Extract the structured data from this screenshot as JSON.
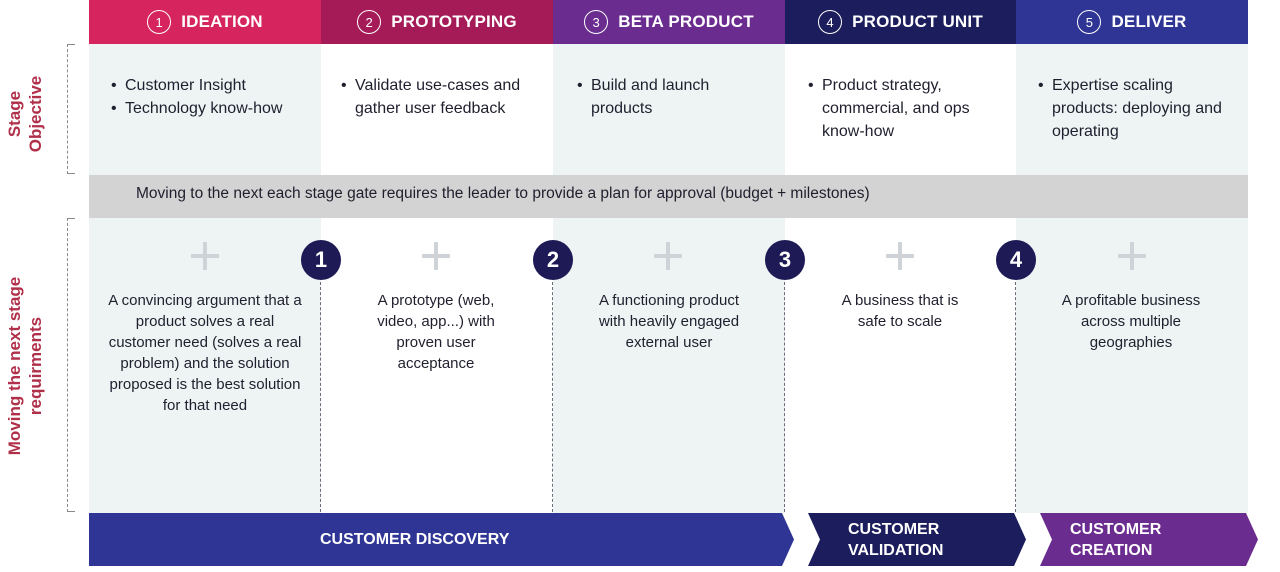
{
  "stages": [
    {
      "num": "1",
      "label": "IDEATION",
      "color": "#d6245f"
    },
    {
      "num": "2",
      "label": "PROTOTYPING",
      "color": "#a51b57"
    },
    {
      "num": "3",
      "label": "BETA PRODUCT",
      "color": "#6b2c90"
    },
    {
      "num": "4",
      "label": "PRODUCT UNIT",
      "color": "#1c1d5c"
    },
    {
      "num": "5",
      "label": "DELIVER",
      "color": "#2f3595"
    }
  ],
  "side_labels": {
    "objective": "Stage\nObjective",
    "requirements": "Moving the next stage\nrequirments"
  },
  "objectives": [
    [
      "Customer Insight",
      "Technology know-how"
    ],
    [
      "Validate use-cases and gather user feedback"
    ],
    [
      "Build and launch products"
    ],
    [
      "Product strategy, commercial, and ops know-how"
    ],
    [
      "Expertise scaling products: deploying and operating"
    ]
  ],
  "gate_banner": "Moving to the next each stage gate requires the leader to provide a plan for approval (budget + milestones)",
  "gates": [
    "1",
    "2",
    "3",
    "4"
  ],
  "requirements": [
    "A convincing argument that a product solves a real customer need (solves a real problem) and the solution proposed is the best solution for that need",
    "A prototype (web, video, app...) with proven user acceptance",
    "A functioning product with heavily engaged external user",
    "A business that is safe to scale",
    "A profitable business across multiple geographies"
  ],
  "phases": [
    {
      "label": "CUSTOMER DISCOVERY",
      "color": "#2f3595"
    },
    {
      "label": "CUSTOMER VALIDATION",
      "color": "#1c1d5c"
    },
    {
      "label": "CUSTOMER CREATION",
      "color": "#6b2c90"
    }
  ]
}
